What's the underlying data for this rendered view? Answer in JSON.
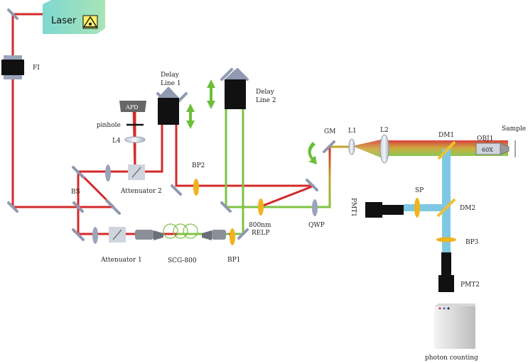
{
  "source": {
    "name": "Laser"
  },
  "labels": {
    "fi": "FI",
    "delay1_a": "Delay",
    "delay1_b": "Line 1",
    "delay2_a": "Delay",
    "delay2_b": "Line 2",
    "apd": "APD",
    "pinhole": "pinhole",
    "l4": "L4",
    "bs": "BS",
    "attenuator2": "Attenuator 2",
    "attenuator1": "Attenuator 1",
    "bp2": "BP2",
    "bp1": "BP1",
    "scg": "SCG-800",
    "relp_a": "800nm",
    "relp_b": "RELP",
    "qwp": "QWP",
    "gm": "GM",
    "l1": "L1",
    "l2": "L2",
    "dm1": "DM1",
    "objective": "OBJ1",
    "magnification": "60X",
    "sample": "Sample",
    "sp": "SP",
    "dm2": "DM2",
    "pmt1": "PMT1",
    "bp3": "BP3",
    "pmt2": "PMT2",
    "photon_counting": "photon counting"
  },
  "colors": {
    "red_beam": "#d42a2a",
    "green_beam": "#7dc243",
    "blue_beam": "#7ec8e3",
    "mirror": "#9aa4ba",
    "filter": "#f0b21e",
    "laser_box": "#7fd8cf"
  }
}
